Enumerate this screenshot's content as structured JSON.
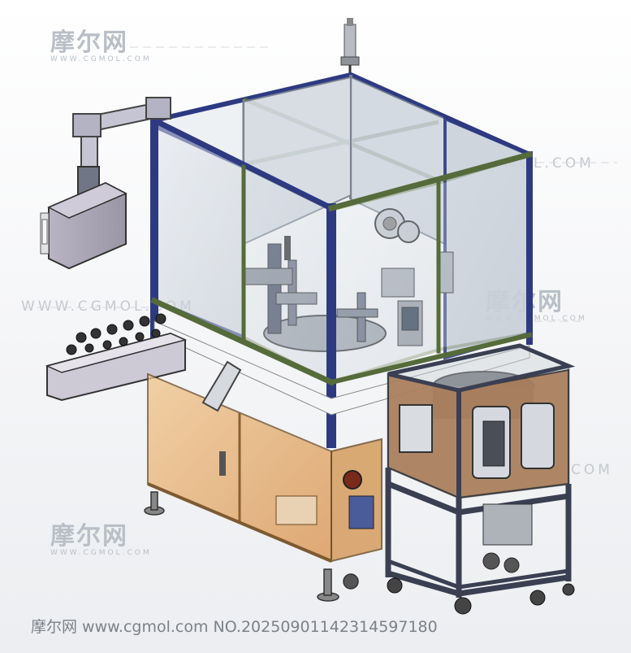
{
  "watermark": {
    "cn": "摩尔网",
    "en": "WWW.CGMOL.COM",
    "line_right": "WWW.CGMOL.COM",
    "line_left": "WWW.CGMOL.COM",
    "line_small": "COM"
  },
  "footer": {
    "text": "摩尔网 www.cgmol.com NO.20250901142314597180"
  },
  "colors": {
    "frame_navy": "#2d3a82",
    "frame_green": "#556b3a",
    "glass": "#cfd6de",
    "cabinet_orange": "#e7a25c",
    "panel_brown": "#a97c57",
    "steel": "#a8adb4"
  }
}
